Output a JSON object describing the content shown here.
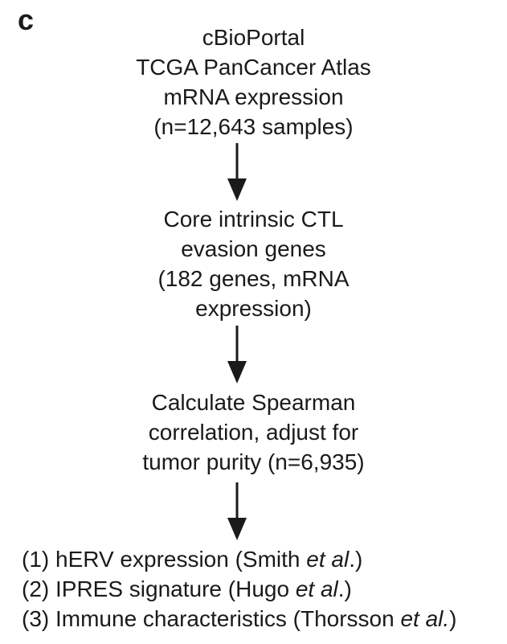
{
  "panel_label": "c",
  "steps": [
    {
      "lines": [
        "cBioPortal",
        "TCGA PanCancer Atlas",
        "mRNA expression",
        "(n=12,643 samples)"
      ]
    },
    {
      "lines": [
        "Core intrinsic CTL",
        "evasion genes",
        "(182 genes, mRNA",
        "expression)"
      ]
    },
    {
      "lines": [
        "Calculate Spearman",
        "correlation, adjust for",
        "tumor purity (n=6,935)"
      ]
    }
  ],
  "outcomes": [
    {
      "prefix": "(1) hERV expression (Smith ",
      "italic": "et al",
      "suffix": ".)"
    },
    {
      "prefix": "(2) IPRES signature (Hugo ",
      "italic": "et al",
      "suffix": ".)"
    },
    {
      "prefix": "(3) Immune characteristics (Thorsson ",
      "italic": "et al.",
      "suffix": ")"
    }
  ]
}
